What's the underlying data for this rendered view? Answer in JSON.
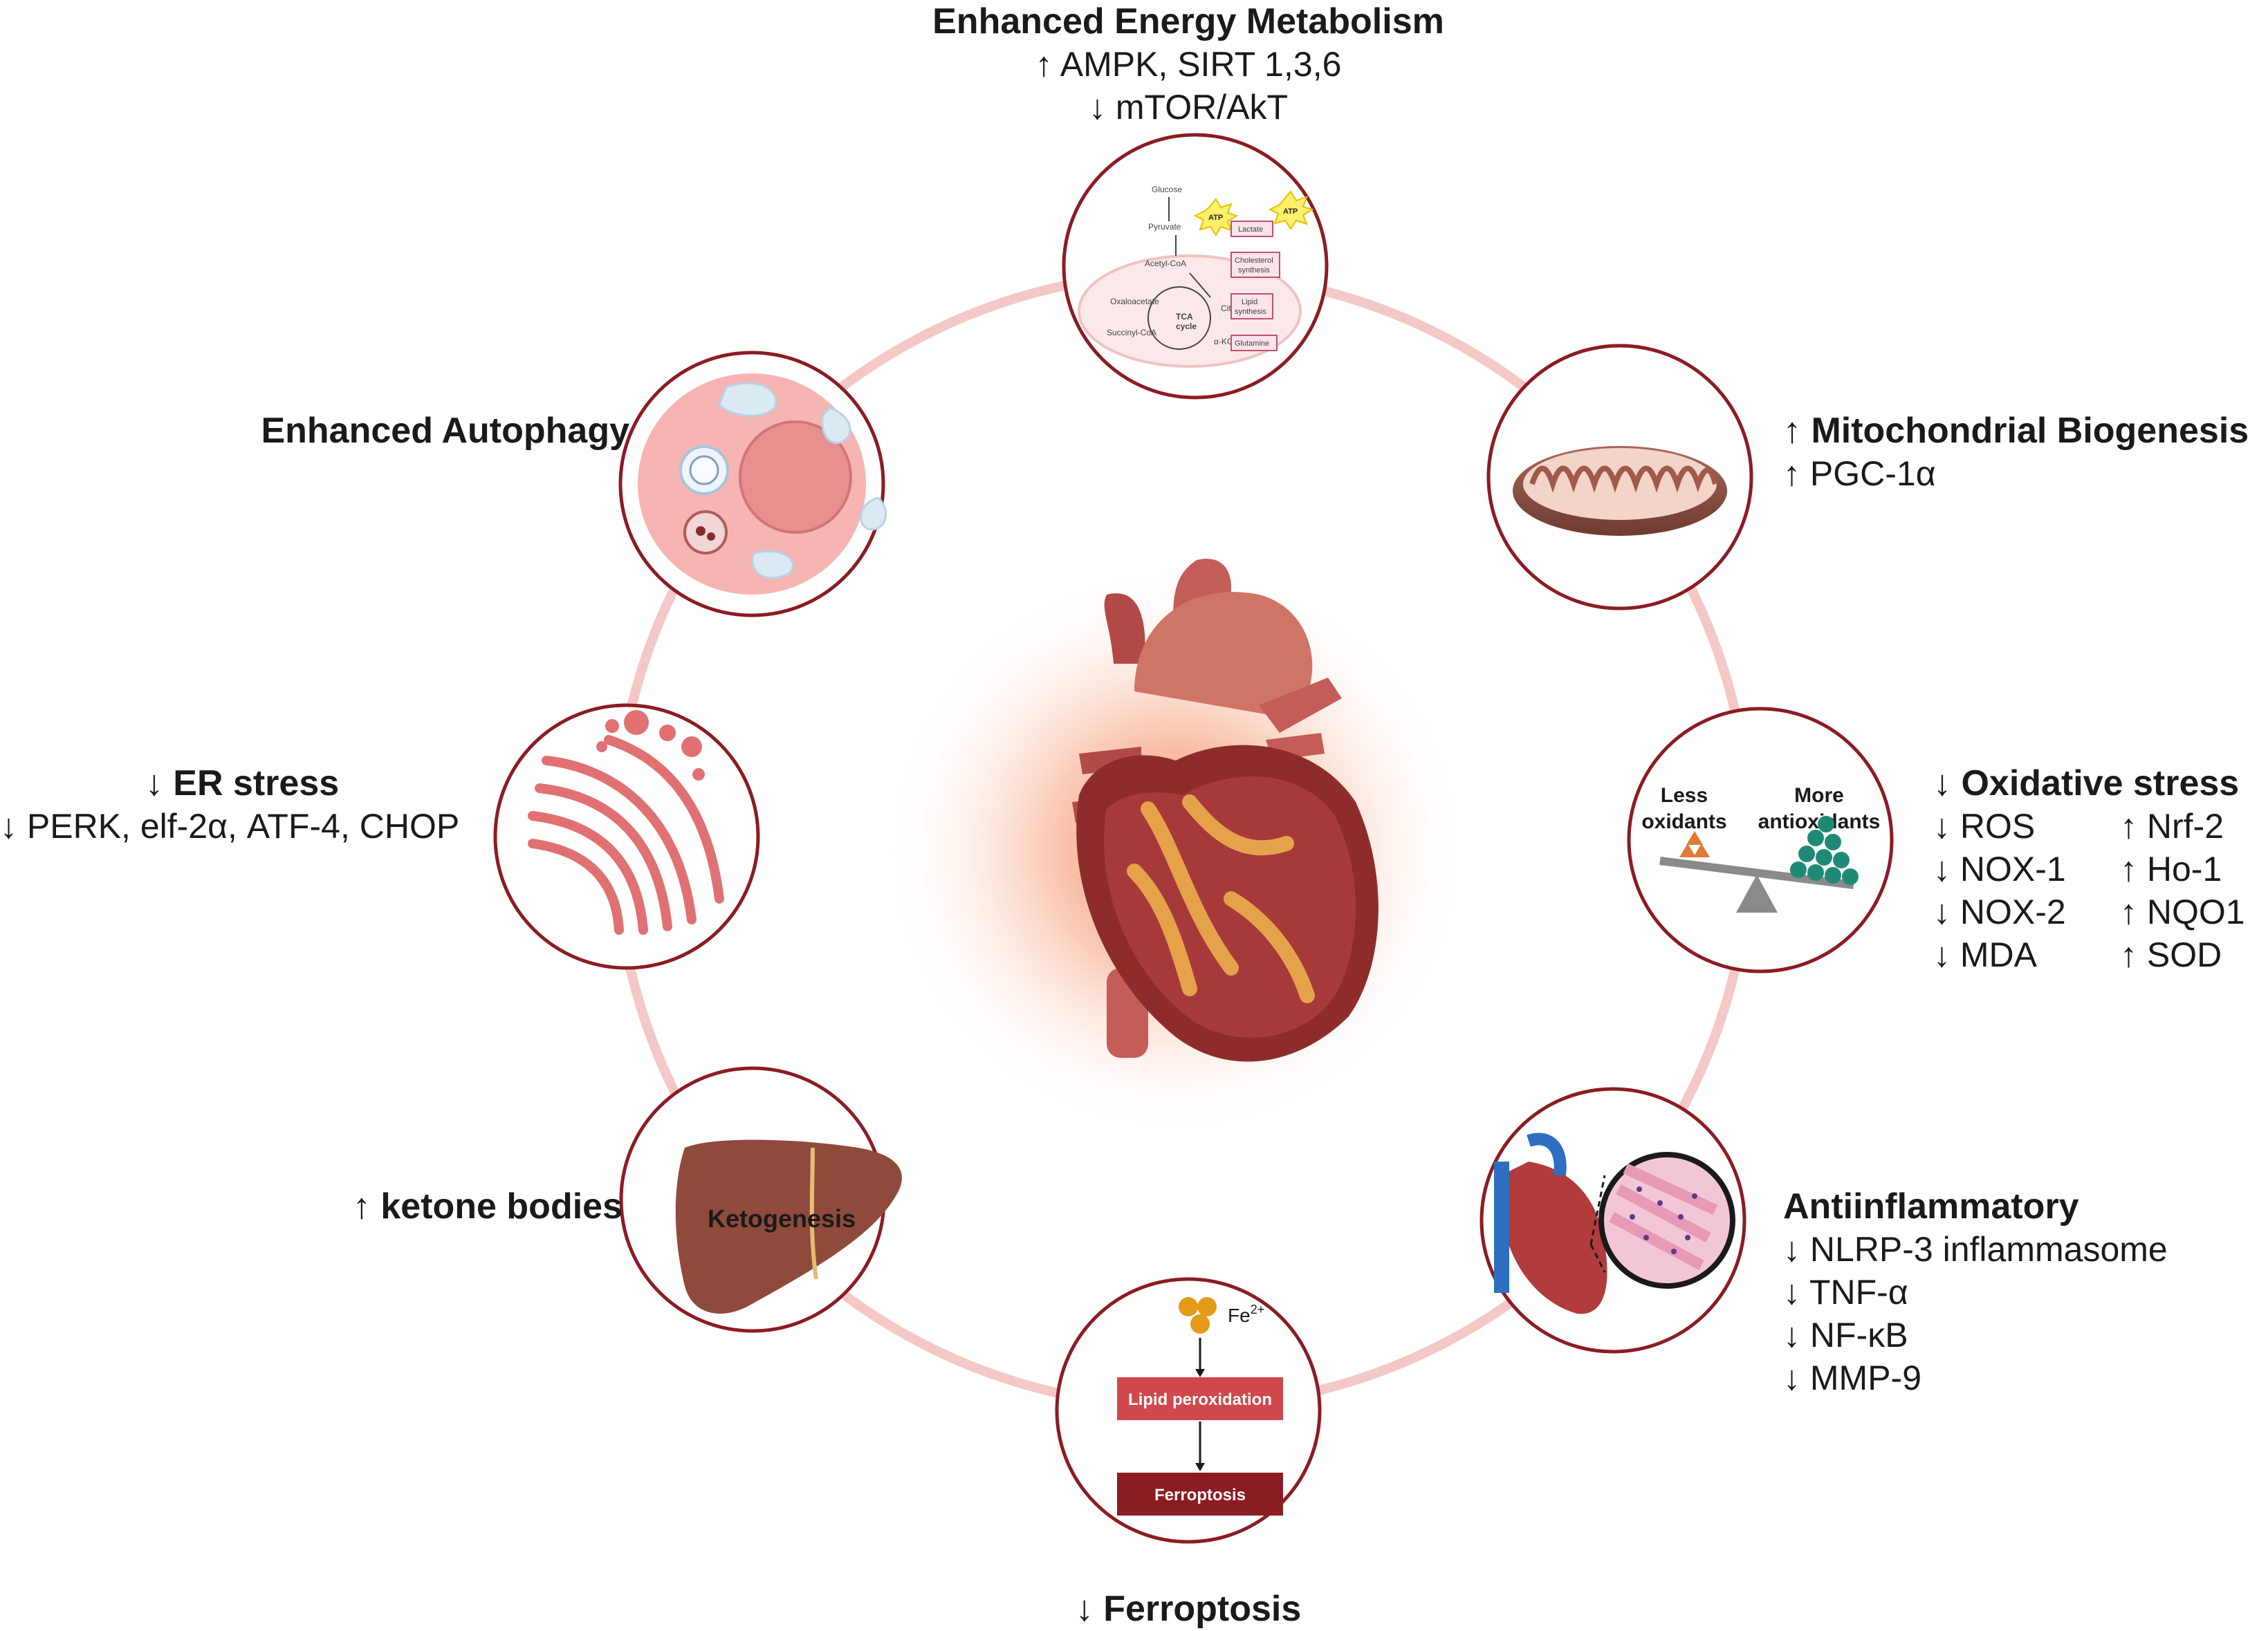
{
  "energy": {
    "title": "Enhanced Energy Metabolism",
    "line1": "↑ AMPK, SIRT 1,3,6",
    "line2": "↓ mTOR/AkT"
  },
  "energy_icon": {
    "glucose": "Glucose",
    "pyruvate": "Pyruvate",
    "acetyl": "Acetyl-CoA",
    "oxaloacetate": "Oxaloacetate",
    "citrate": "Citrate",
    "tca1": "TCA",
    "tca2": "cycle",
    "succinyl": "Succinyl-CoA",
    "akg": "α-KG",
    "lactate": "Lactate",
    "chol1": "Cholesterol",
    "chol2": "synthesis",
    "lipid1": "Lipid",
    "lipid2": "synthesis",
    "glutamine": "Glutamine",
    "atp": "ATP"
  },
  "autophagy": {
    "title": "Enhanced Autophagy"
  },
  "mito": {
    "title": "↑ Mitochondrial Biogenesis",
    "line1": "↑ PGC-1α"
  },
  "er": {
    "title": "↓ ER stress",
    "line1": "↓ PERK, elf-2α, ATF-4, CHOP"
  },
  "oxidative": {
    "title": "↓ Oxidative stress",
    "left": [
      "↓ ROS",
      "↓ NOX-1",
      "↓ NOX-2",
      "↓ MDA"
    ],
    "right": [
      "↑ Nrf-2",
      "↑  Ho-1",
      "↑ NQO1",
      "↑ SOD"
    ]
  },
  "ox_icon": {
    "less1": "Less",
    "less2": "oxidants",
    "more1": "More",
    "more2": "antioxidants"
  },
  "ketone": {
    "title": "↑ ketone bodies",
    "icon_label": "Ketogenesis"
  },
  "inflam": {
    "title": "Antiinflammatory",
    "items": [
      "↓ NLRP-3 inflammasome",
      "↓ TNF-α",
      "↓ NF-κB",
      "↓ MMP-9"
    ]
  },
  "ferro": {
    "title": "↓ Ferroptosis",
    "fe": "Fe",
    "fe_sup": "2+",
    "box1": "Lipid peroxidation",
    "box2": "Ferroptosis"
  },
  "colors": {
    "ring": "#f2c4c4",
    "circle_border": "#8b1c22",
    "heart": "#a8393b",
    "glow": "#f7a07c"
  }
}
